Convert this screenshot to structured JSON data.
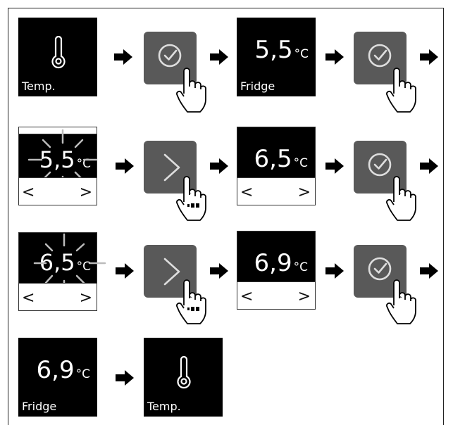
{
  "labels": {
    "temp": "Temp.",
    "fridge": "Fridge"
  },
  "unit": "°C",
  "values": {
    "v1": "5,5",
    "v2": "5,5",
    "v3": "6,5",
    "v4": "6,5",
    "v5": "6,9",
    "v6": "6,9"
  },
  "nav": {
    "left": "<",
    "right": ">"
  },
  "colors": {
    "panel": "#000000",
    "button": "#595959",
    "line": "#dddddd"
  }
}
